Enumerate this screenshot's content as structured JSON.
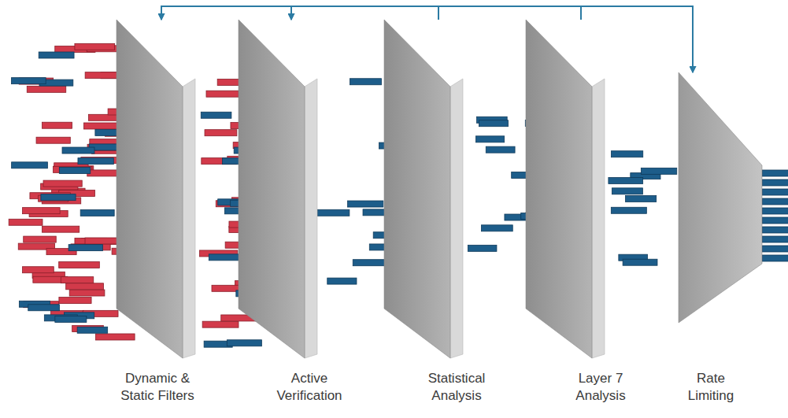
{
  "diagram": {
    "nodes": [
      {
        "text": [
          "Dynamic & Static Filters"
        ]
      },
      {
        "text": [
          "Active Verification"
        ]
      },
      {
        "text": [
          "Statistical Analysis"
        ]
      },
      {
        "text": [
          "Layer 7 Analysis"
        ]
      },
      {
        "text": [
          "Rate Limiting"
        ]
      }
    ],
    "edges": [
      {
        "from": 2,
        "to": 0,
        "arrow": "to"
      },
      {
        "from": 2,
        "to": 1,
        "arrow": "to"
      },
      {
        "from": 2,
        "to": 4,
        "arrow": "to"
      },
      {
        "from": 3,
        "to": 0,
        "arrow": "to"
      },
      {
        "from": 3,
        "to": 1,
        "arrow": "to"
      },
      {
        "from": 3,
        "to": 4,
        "arrow": "to"
      }
    ]
  }
}
